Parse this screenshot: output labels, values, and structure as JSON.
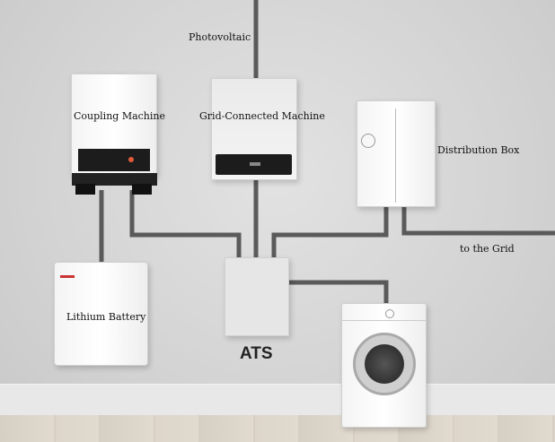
{
  "labels": {
    "photovoltaic": "Photovoltaic",
    "coupling_machine": "Coupling Machine",
    "grid_connected_machine": "Grid-Connected Machine",
    "distribution_box": "Distribution Box",
    "to_the_grid": "to the Grid",
    "lithium_battery": "Lithium Battery",
    "ats": "ATS"
  },
  "colors": {
    "cable": "#5a5a5a",
    "panel": "#1c1c1c",
    "accent": "#e25a3a"
  }
}
